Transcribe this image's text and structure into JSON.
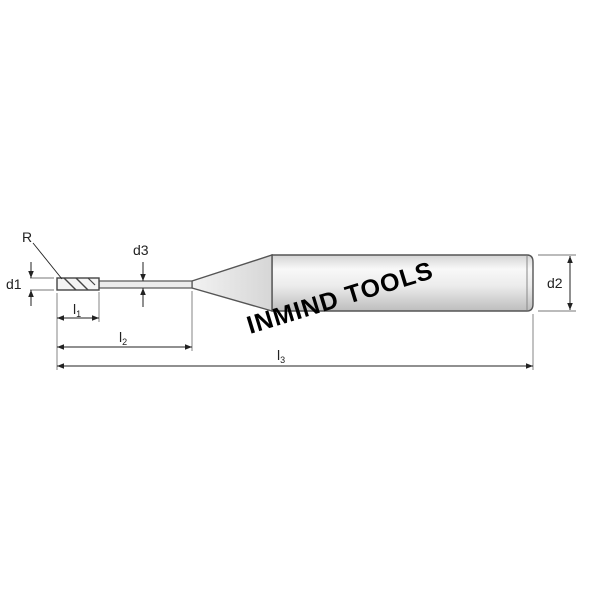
{
  "diagram": {
    "type": "end-mill-technical-drawing",
    "watermark": "INMIND TOOLS",
    "labels": {
      "radius": "R",
      "d1": "d1",
      "d2": "d2",
      "d3": "d3",
      "l1_base": "l",
      "l1_sub": "1",
      "l2_base": "l",
      "l2_sub": "2",
      "l3_base": "l",
      "l3_sub": "3"
    },
    "colors": {
      "outline": "#555555",
      "body_light": "#f6f6f6",
      "body_dark": "#c8c8c8",
      "dimension": "#333333",
      "watermark": "#000000"
    }
  }
}
